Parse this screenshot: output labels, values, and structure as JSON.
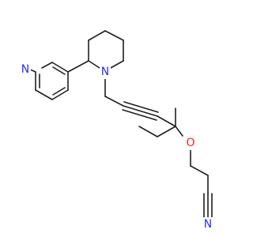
{
  "molecule": {
    "atoms": {
      "n_pyridine": {
        "label": "N",
        "color": "#2c2cff"
      },
      "n_piperidine": {
        "label": "N",
        "color": "#2c2cff"
      },
      "o_ether": {
        "label": "O",
        "color": "#ff2020"
      },
      "n_nitrile": {
        "label": "N",
        "color": "#2c2cff"
      }
    },
    "bond_color": "#1f1f1f"
  }
}
